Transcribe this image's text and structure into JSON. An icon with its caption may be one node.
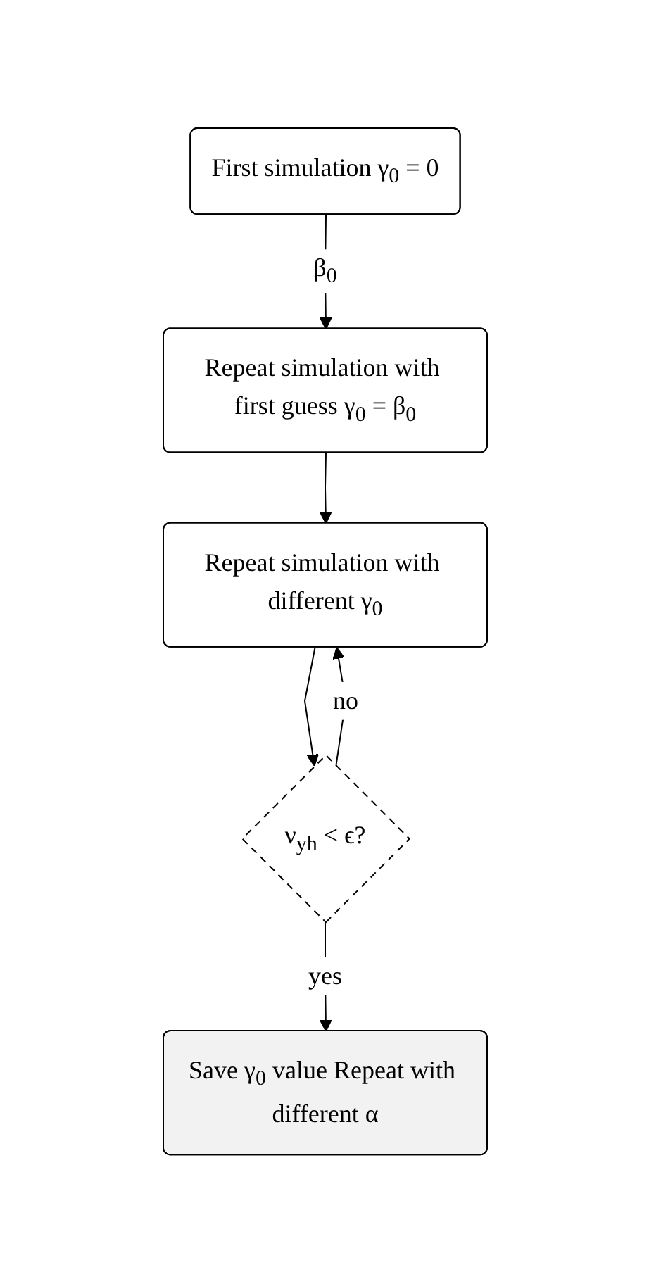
{
  "diagram": {
    "nodes": [
      {
        "text": [
          "First simulation γ$_{0}$ = 0"
        ]
      },
      {
        "text": [
          "Repeat simulation with first guess γ$_{0}$ = β$_{0}$"
        ]
      },
      {
        "text": [
          "Repeat simulation with different γ$_{0}$"
        ]
      },
      {
        "text": [
          "ν$_{yh}$ < ϵ?"
        ]
      },
      {
        "text": [
          "Save γ$_{0}$ value Repeat with different α"
        ]
      }
    ],
    "edges": [
      {
        "from": 0,
        "to": 1,
        "arrow": "to",
        "label": "β$_{0}$"
      },
      {
        "from": 1,
        "to": 2,
        "arrow": "to"
      },
      {
        "from": 2,
        "to": 3,
        "arrow": "to"
      },
      {
        "from": 3,
        "to": 2,
        "arrow": "to",
        "label": "no"
      },
      {
        "from": 3,
        "to": 4,
        "arrow": "to",
        "label": "yes"
      }
    ]
  }
}
